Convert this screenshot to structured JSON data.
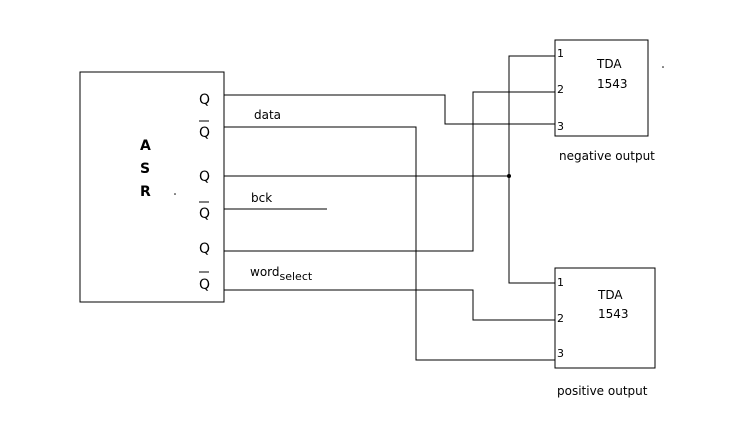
{
  "asr": {
    "letters": [
      "A",
      "S",
      "R"
    ],
    "outputs": [
      "Q",
      "Q",
      "Q",
      "Q",
      "Q",
      "Q"
    ]
  },
  "signals": {
    "data": "data",
    "bck": "bck",
    "word": "word",
    "word_sub": "select"
  },
  "tda_top": {
    "name1": "TDA",
    "name2": "1543",
    "pins": [
      "1",
      "2",
      "3"
    ],
    "caption": "negative output"
  },
  "tda_bottom": {
    "name1": "TDA",
    "name2": "1543",
    "pins": [
      "1",
      "2",
      "3"
    ],
    "caption": "positive output"
  }
}
